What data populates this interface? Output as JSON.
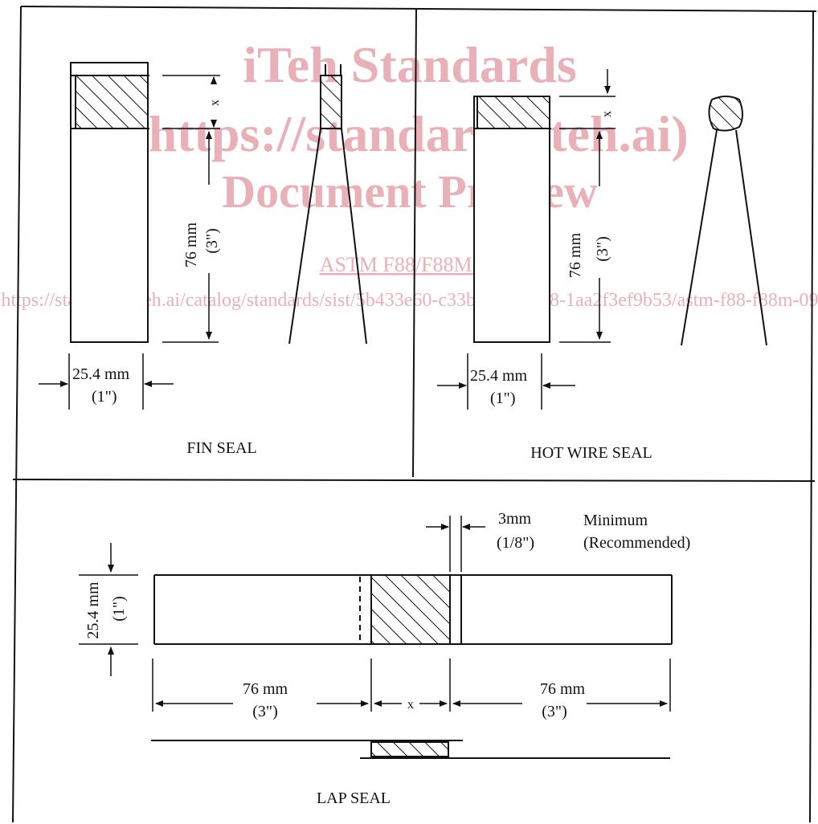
{
  "watermark": {
    "line1": "iTeh Standards",
    "line2": "(https://standards.iteh.ai)",
    "line3": "Document Preview",
    "doc_link": "ASTM F88/F88M-09",
    "url": "https://standards.iteh.ai/catalog/standards/sist/5b433e60-c33b-4f0f-b508-1aa2f3ef9b53/astm-f88-f88m-09"
  },
  "fin_seal": {
    "label": "FIN SEAL",
    "x_mark": "x",
    "length_mm": "76 mm",
    "length_in": "(3\")",
    "width_mm": "25.4 mm",
    "width_in": "(1\")"
  },
  "hot_wire_seal": {
    "label": "HOT WIRE SEAL",
    "x_mark": "x",
    "length_mm": "76 mm",
    "length_in": "(3\")",
    "width_mm": "25.4 mm",
    "width_in": "(1\")"
  },
  "lap_seal": {
    "label": "LAP SEAL",
    "gap_mm": "3mm",
    "gap_in": "(1/8\")",
    "gap_note1": "Minimum",
    "gap_note2": "(Recommended)",
    "height_mm": "25.4 mm",
    "height_in": "(1\")",
    "left_mm": "76 mm",
    "left_in": "(3\")",
    "x_mark": "x",
    "right_mm": "76 mm",
    "right_in": "(3\")"
  }
}
